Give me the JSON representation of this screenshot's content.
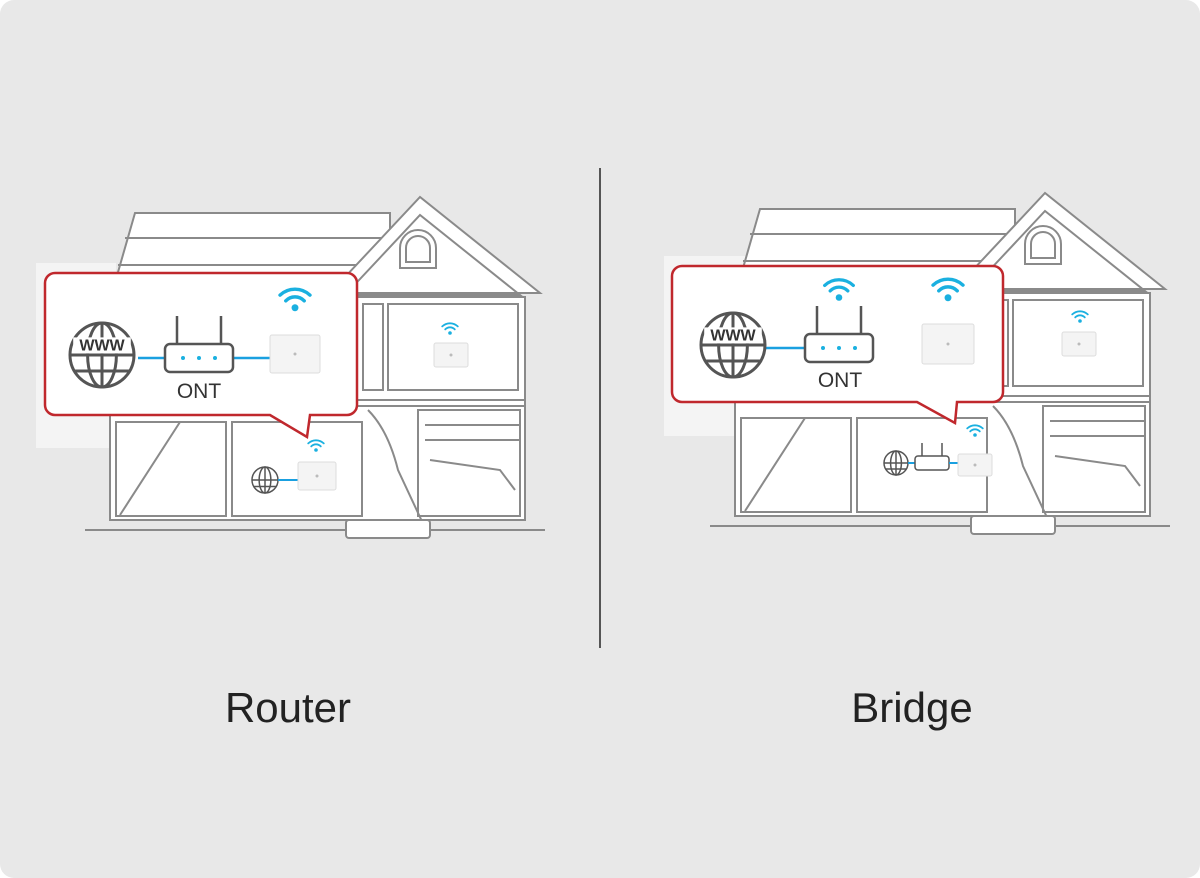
{
  "modes": [
    {
      "label": "Router",
      "ont_has_wifi": false
    },
    {
      "label": "Bridge",
      "ont_has_wifi": true
    }
  ],
  "callout": {
    "ont_label": "ONT",
    "globe_text": "WWW"
  },
  "colors": {
    "background": "#e8e8e8",
    "callout_border": "#c0282d",
    "wifi": "#1ab0e0",
    "line": "#8a8a8a",
    "cable": "#1aa0e0"
  }
}
